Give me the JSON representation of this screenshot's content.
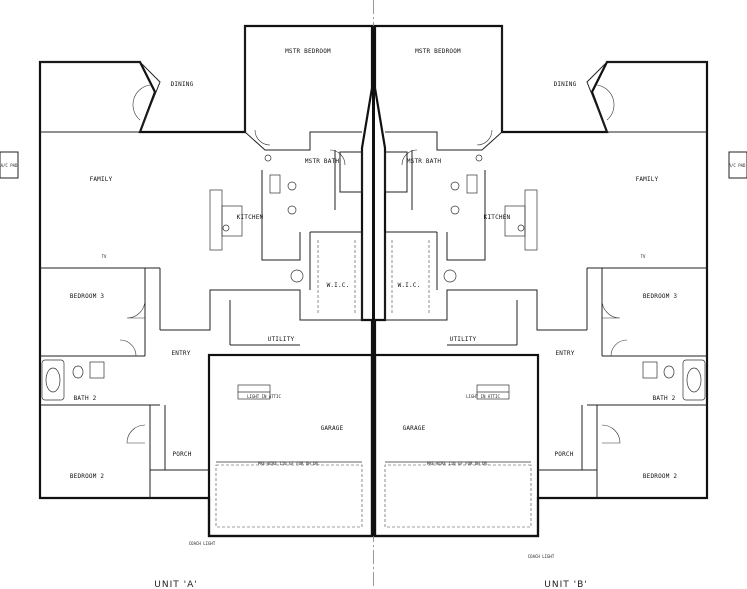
{
  "units": [
    {
      "id": "a",
      "unit_label": "UNIT 'A'",
      "rooms": {
        "master_bedroom": "MSTR BEDROOM",
        "dining": "DINING",
        "family": "FAMILY",
        "master_bath": "MSTR BATH",
        "kitchen": "KITCHEN",
        "wic": "W.I.C.",
        "bedroom_3": "BEDROOM 3",
        "entry": "ENTRY",
        "utility": "UTILITY",
        "bath_2": "BATH 2",
        "garage": "GARAGE",
        "bedroom_2": "BEDROOM 2",
        "porch": "PORCH"
      },
      "notes": {
        "ac_pad": "A/C PAD",
        "light_in_attic": "LIGHT IN ATTIC",
        "prewire": "PRE-WIRE 110 GF FOR OH DR.",
        "coach_light": "COACH LIGHT",
        "tv": "TV"
      }
    },
    {
      "id": "b",
      "unit_label": "UNIT 'B'",
      "rooms": {
        "master_bedroom": "MSTR BEDROOM",
        "dining": "DINING",
        "family": "FAMILY",
        "master_bath": "MSTR BATH",
        "kitchen": "KITCHEN",
        "wic": "W.I.C.",
        "bedroom_3": "BEDROOM 3",
        "entry": "ENTRY",
        "utility": "UTILITY",
        "bath_2": "BATH 2",
        "garage": "GARAGE",
        "bedroom_2": "BEDROOM 2",
        "porch": "PORCH"
      },
      "notes": {
        "ac_pad": "A/C PAD",
        "light_in_attic": "LIGHT IN ATTIC",
        "prewire": "PRE-WIRE 110 GF FOR OH DR.",
        "coach_light": "COACH LIGHT",
        "tv": "TV"
      }
    }
  ]
}
